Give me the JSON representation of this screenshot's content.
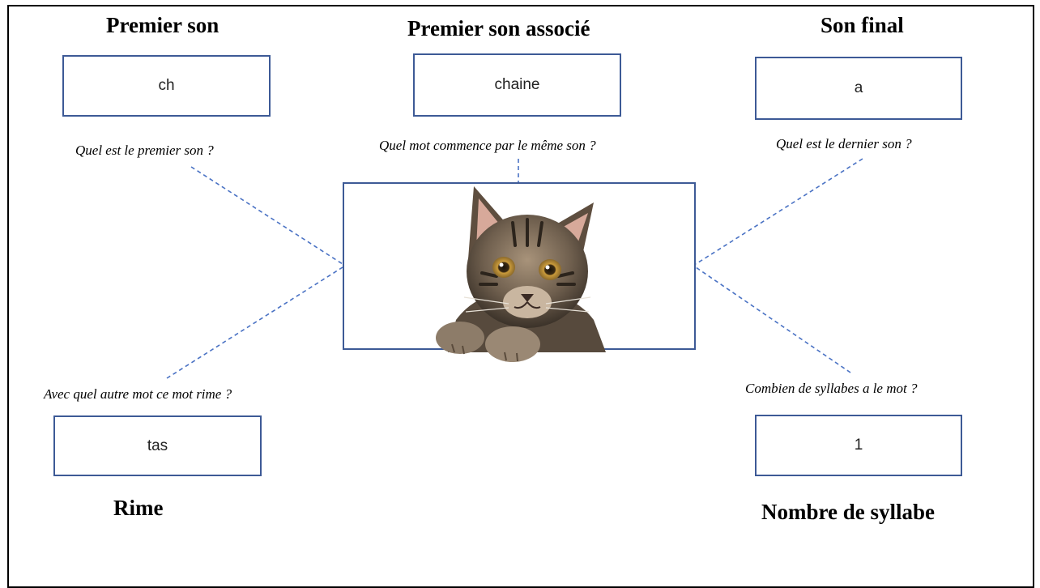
{
  "titles": {
    "first_sound": "Premier son",
    "associated": "Premier son associé",
    "final": "Son final",
    "rhyme": "Rime",
    "syllables": "Nombre de syllabe"
  },
  "answers": {
    "first_sound": "ch",
    "associated": "chaine",
    "final": "a",
    "rhyme": "tas",
    "syllables": "1"
  },
  "questions": {
    "first_sound": "Quel est le premier son ?",
    "associated": "Quel mot commence par le même son ?",
    "final": "Quel est le dernier son ?",
    "rhyme": "Avec quel autre mot ce mot rime ?",
    "syllables": "Combien de syllabes a le mot  ?"
  },
  "colors": {
    "box_border": "#3d5a96",
    "connector": "#4a72c4"
  },
  "center_image": "tabby-kitten-photo"
}
